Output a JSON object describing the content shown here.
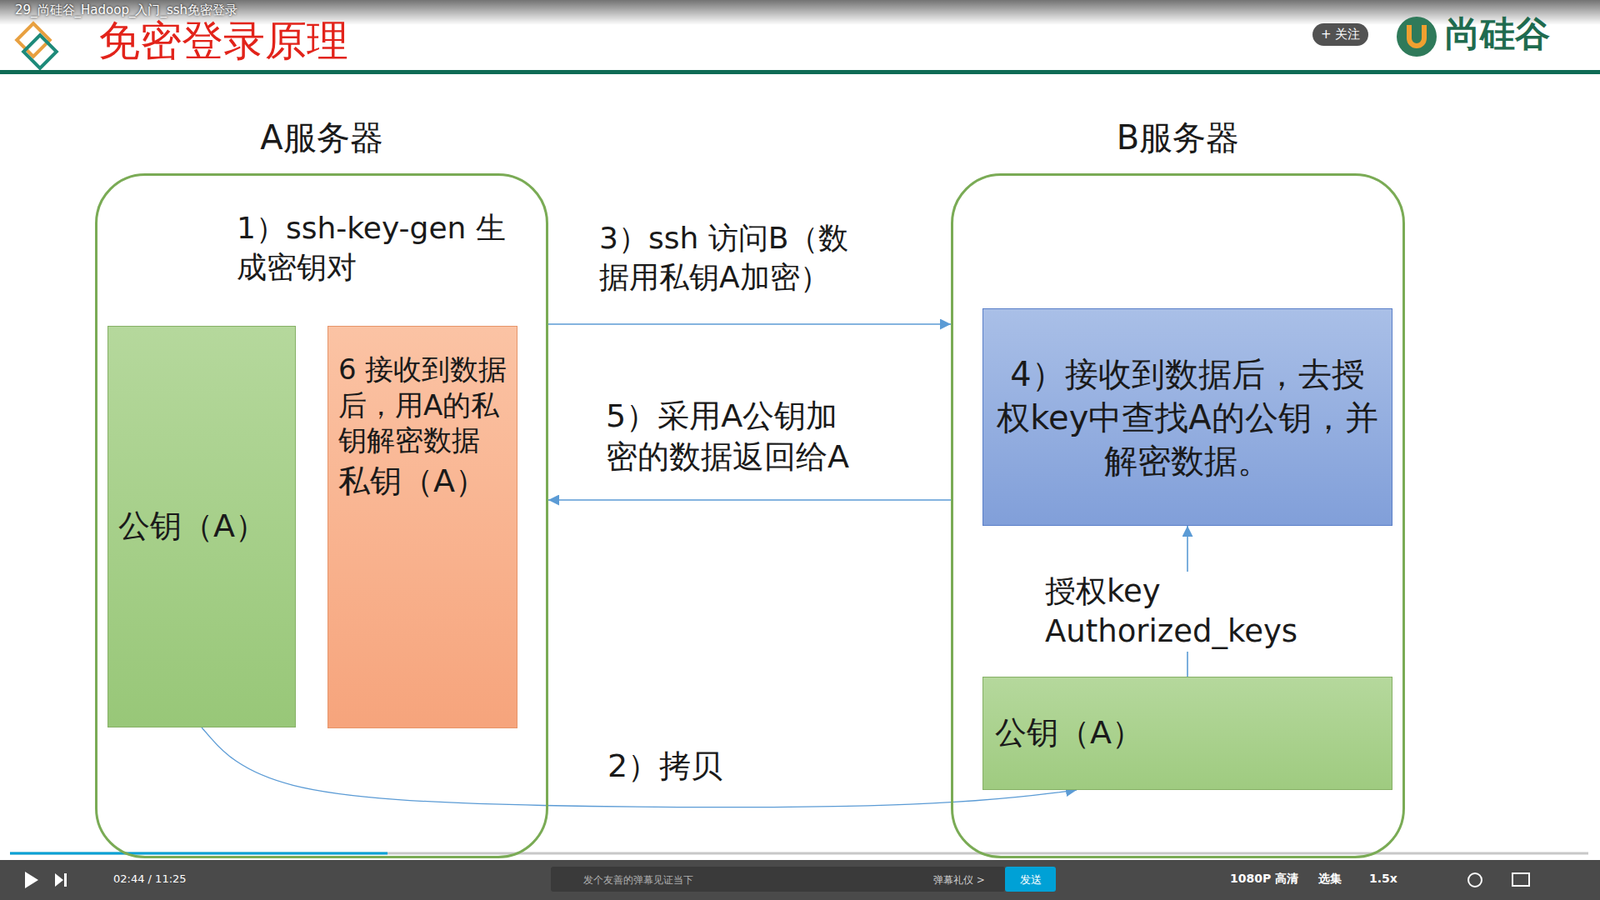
{
  "diagram": {
    "title": "免密登录原理",
    "nodes": [
      {
        "text": [
          "A服务器",
          "1）ssh-key-gen 生成密钥对"
        ]
      },
      {
        "text": [
          "公钥（A）"
        ],
        "in": 0
      },
      {
        "text": [
          "6 接收到数据后，用A的私钥解密数据",
          "私钥（A）"
        ],
        "in": 0
      },
      {
        "text": [
          "B服务器"
        ]
      },
      {
        "text": [
          "4）接收到数据后，去授权key中查找A的公钥，并解密数据。"
        ],
        "in": 3
      },
      {
        "text": [
          "公钥（A）"
        ],
        "in": 3
      }
    ],
    "edges": [
      {
        "from": 0,
        "to": 3,
        "arrow": "to",
        "label": "3）ssh 访问B（数据用私钥A加密）"
      },
      {
        "from": 3,
        "to": 0,
        "arrow": "to",
        "label": "5）采用A公钥加密的数据返回给A"
      },
      {
        "from": 1,
        "to": 5,
        "arrow": "to",
        "label": "2）拷贝"
      },
      {
        "from": 5,
        "to": 4,
        "arrow": "to",
        "label": "授权key Authorized_keys"
      }
    ],
    "labels": [
      "29_尚硅谷_Hadoop_入门_ssh免密登录",
      "尚硅谷",
      "+ 关注",
      "02:44 / 11:25",
      "发个友善的弹幕见证当下",
      "弹幕礼仪 >",
      "发送",
      "1080P 高清",
      "选集",
      "1.5x"
    ]
  }
}
